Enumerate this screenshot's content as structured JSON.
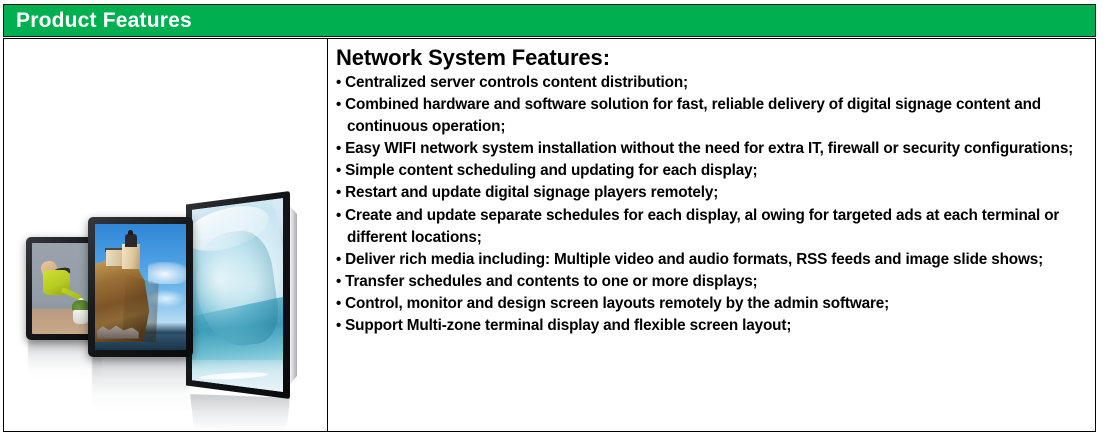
{
  "header": {
    "title": "Product Features",
    "background_color": "#00b050",
    "text_color": "#ffffff"
  },
  "product_image": {
    "alt": "Three digital signage displays of different sizes angled side by side",
    "displays": [
      {
        "name": "small-display",
        "content": "Hand holding a green watering can beside a potted plant"
      },
      {
        "name": "medium-display",
        "content": "Lighthouse on a rocky coastal cliff under a blue sky"
      },
      {
        "name": "large-display",
        "content": "Large breaking ocean wave in teal water"
      }
    ]
  },
  "features": {
    "heading": "Network System Features:",
    "items": [
      "Centralized server controls content distribution;",
      "Combined hardware and software solution for fast, reliable delivery of digital signage content and continuous operation;",
      "Easy WIFI network system installation without the need for extra IT, firewall or security configurations;",
      "Simple content scheduling and updating for each display;",
      "Restart and update digital signage players remotely;",
      "Create and update separate schedules for each display, al owing for targeted ads at each terminal or different locations;",
      "Deliver rich media including: Multiple video and audio formats, RSS feeds and image slide shows;",
      "Transfer schedules and contents to one or more displays;",
      "Control, monitor and design screen layouts remotely by the admin software;",
      "Support Multi-zone terminal display and flexible screen layout;"
    ],
    "bullet_glyph": "•"
  }
}
